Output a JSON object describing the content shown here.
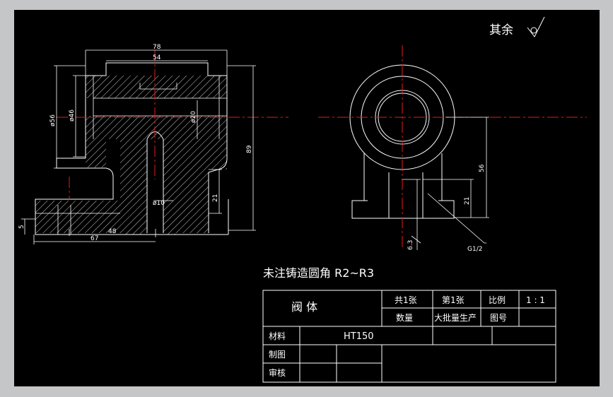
{
  "surface_note": "其余",
  "note_fillet": "未注铸造圆角 R2~R3",
  "left_view_dims": {
    "d78": "78",
    "d54": "54",
    "phi56": "ø56",
    "phi46": "ø46",
    "phi20": "ø20",
    "phi10": "ø10",
    "d89": "89",
    "d21": "21",
    "d5": "5",
    "d48": "48",
    "d67": "67"
  },
  "right_view_dims": {
    "d56": "56",
    "d21": "21",
    "d63": "6.3",
    "thread": "G1/2"
  },
  "title_block": {
    "part_name": "阀  体",
    "sheets_total": "共1张",
    "sheet_no": "第1张",
    "scale_label": "比例",
    "scale_value": "1 : 1",
    "quantity_label": "数量",
    "production": "大批量生产",
    "drawing_no_label": "图号",
    "material_label": "材料",
    "material_value": "HT150",
    "drawn_label": "制图",
    "checked_label": "审核"
  }
}
